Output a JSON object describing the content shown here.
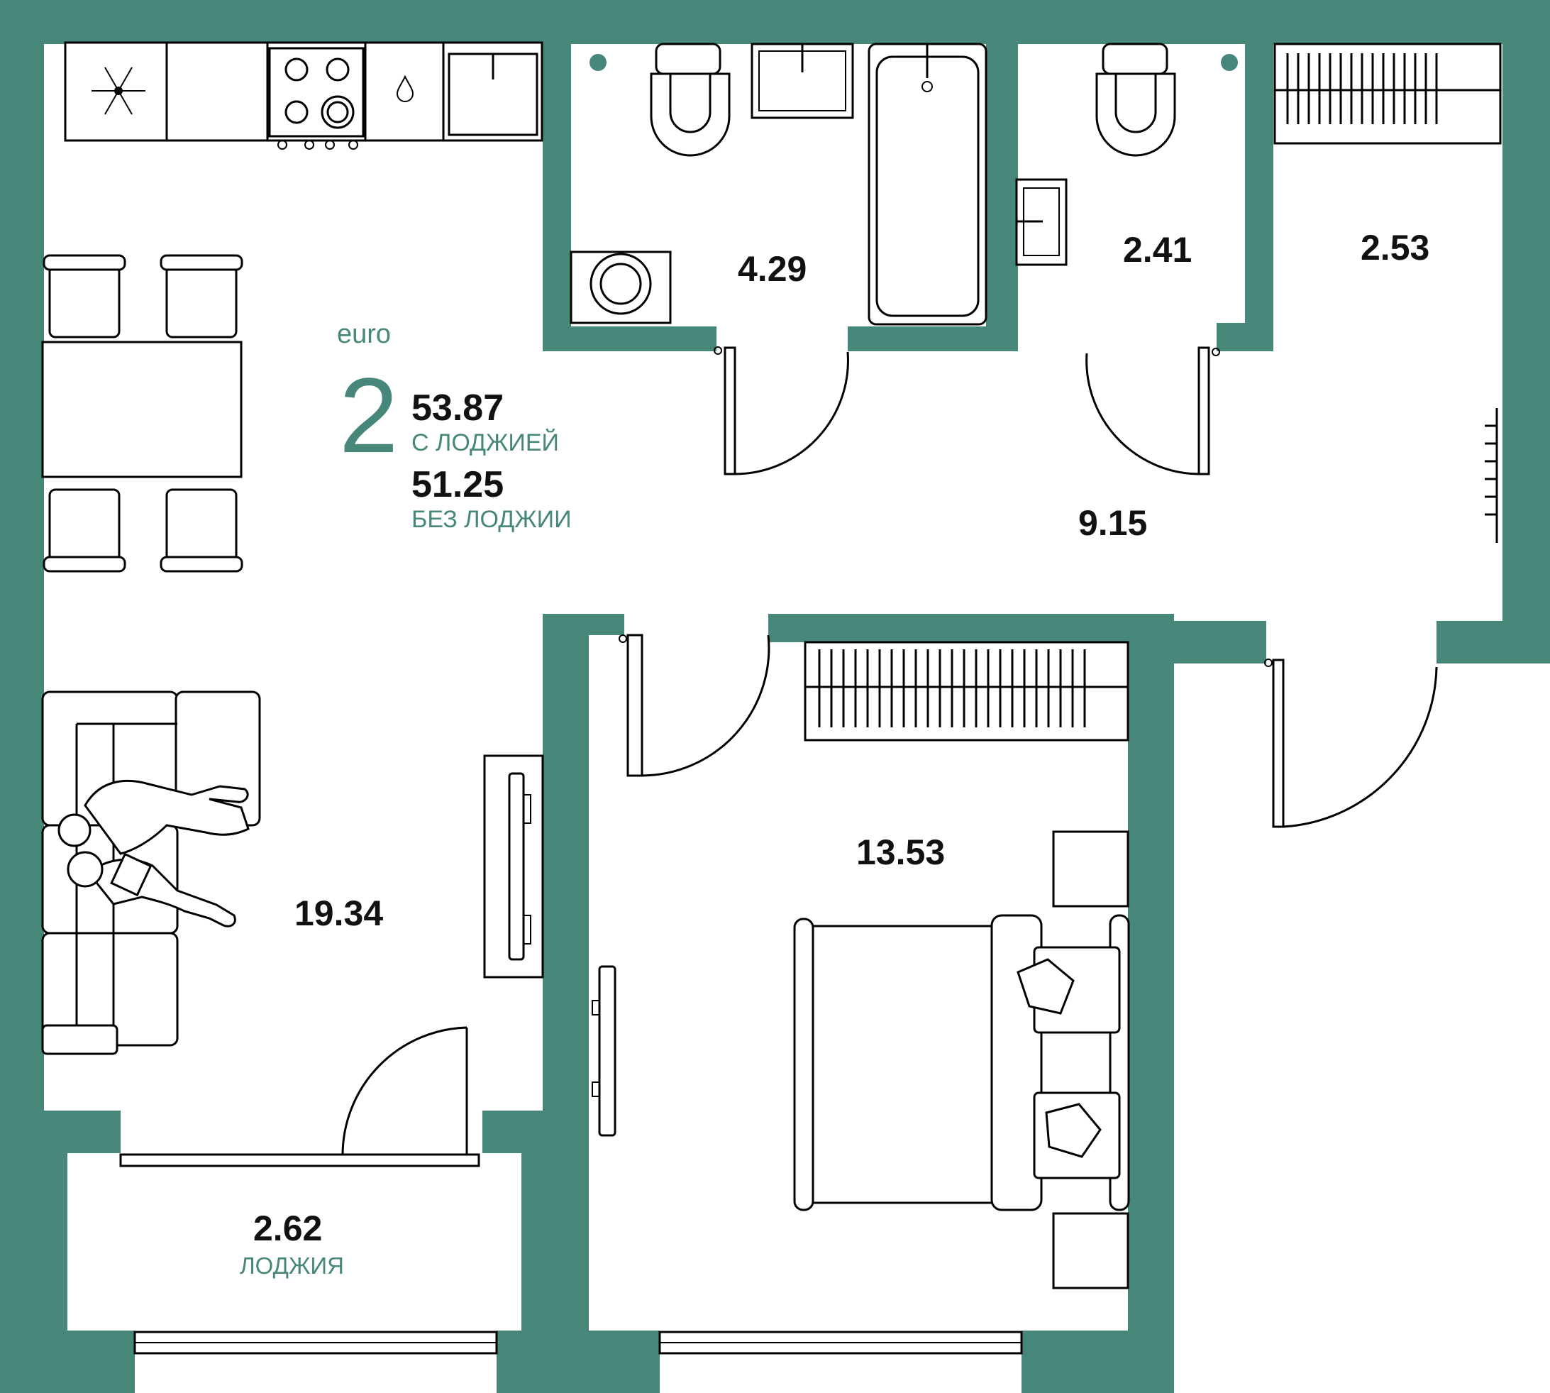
{
  "apartment": {
    "type_label": "euro",
    "rooms": "2",
    "area_with_loggia": "53.87",
    "label_with_loggia": "С ЛОДЖИЕЙ",
    "area_without_loggia": "51.25",
    "label_without_loggia": "БЕЗ ЛОДЖИИ"
  },
  "rooms": {
    "living_kitchen": {
      "area": "19.34"
    },
    "bathroom": {
      "area": "4.29"
    },
    "toilet": {
      "area": "2.41"
    },
    "wardrobe": {
      "area": "2.53"
    },
    "hallway": {
      "area": "9.15"
    },
    "bedroom": {
      "area": "13.53"
    },
    "loggia": {
      "area": "2.62",
      "label": "ЛОДЖИЯ"
    }
  },
  "colors": {
    "wall": "#47877a",
    "accent_text": "#47877a",
    "furniture_line": "#000000"
  },
  "icons": [
    "snowflake-icon",
    "water-drop-icon"
  ]
}
